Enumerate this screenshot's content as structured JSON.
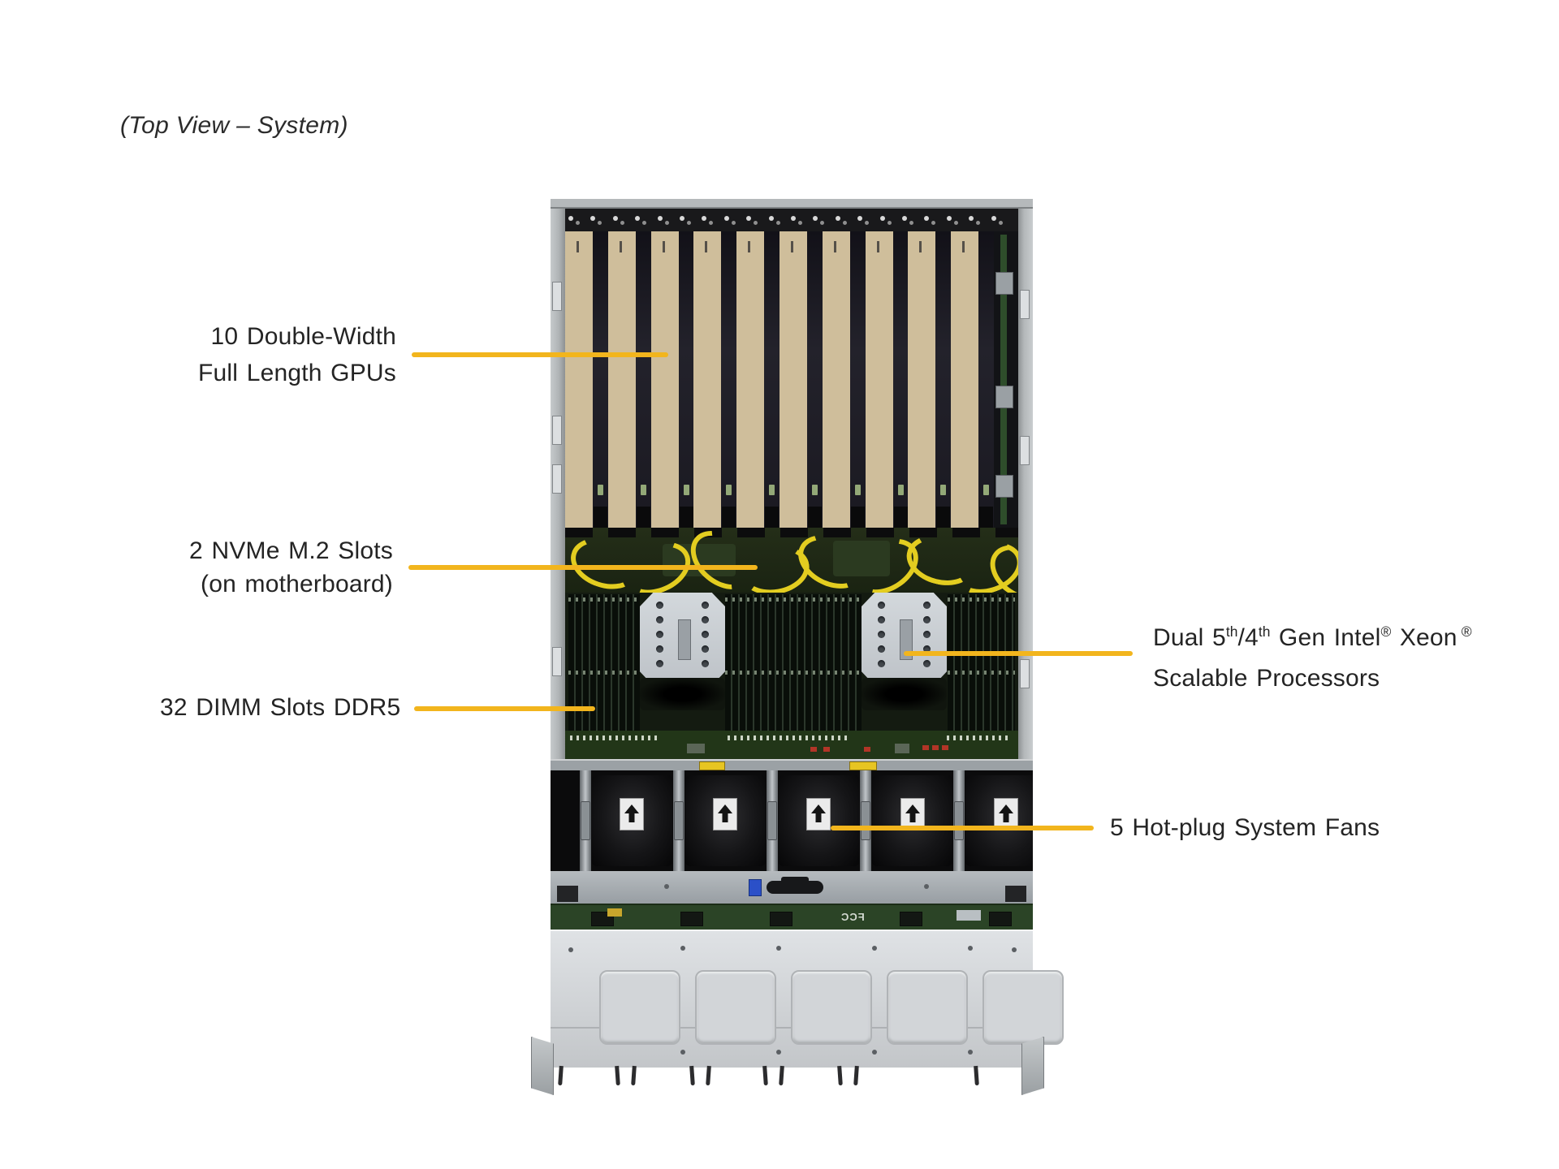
{
  "title": "(Top View – System)",
  "labels": {
    "gpu": {
      "line1": "10 Double-Width",
      "line2": "Full Length GPUs"
    },
    "nvme": {
      "line1": "2 NVMe M.2 Slots",
      "line2": "(on motherboard)"
    },
    "cpu": {
      "part1": "Dual 5",
      "sup1": "th",
      "part2": "/4",
      "sup2": "th",
      "part3": " Gen Intel",
      "reg1": "®",
      "part4": " Xeon",
      "reg2": "®",
      "line2": "Scalable Processors"
    },
    "dimm": "32 DIMM Slots DDR5",
    "fans": "5 Hot-plug System Fans"
  },
  "illustration": {
    "gpu_count": 10,
    "fan_count": 5,
    "drive_cover_count": 5,
    "bracket_screw_count": 20,
    "bottom_pin_count": 10,
    "fcc_mark": "FCC",
    "icons": [
      "fan-direction-arrow-icon",
      "gpu-brand-logo",
      "warning-sticker"
    ],
    "colors": {
      "callout": "#F2B51D",
      "gpu_card": "#CFBE9B",
      "cable_yellow": "#E3CD20",
      "sticker_yellow": "#E7C522",
      "backplane": "#2B4426"
    }
  }
}
